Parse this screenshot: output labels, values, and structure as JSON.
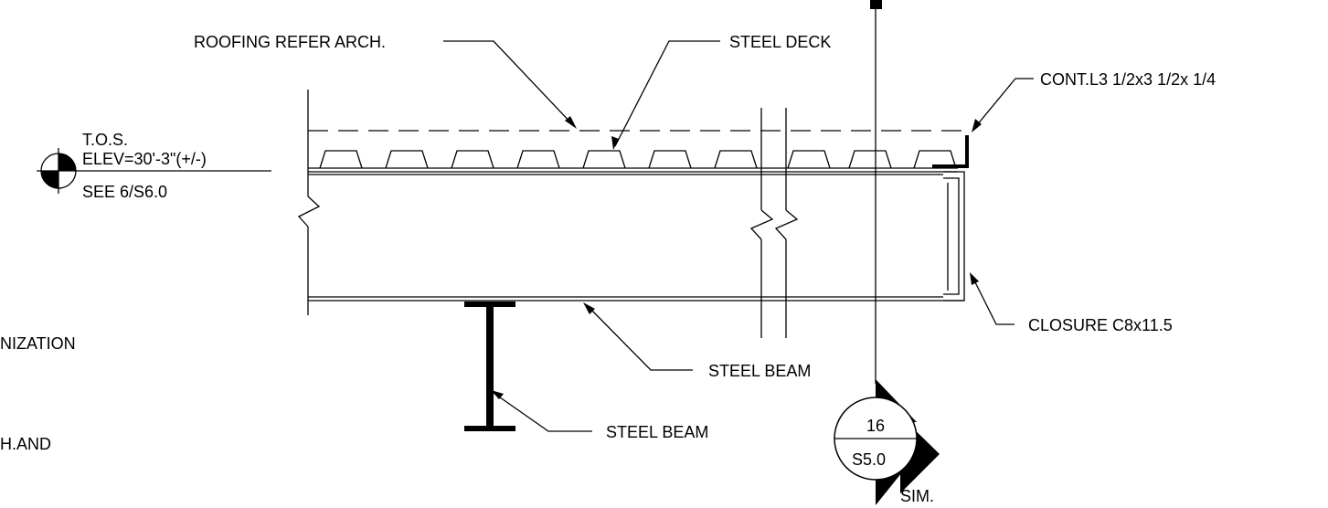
{
  "callouts": {
    "roofing": "ROOFING REFER ARCH.",
    "steel_deck": "STEEL DECK",
    "cont_angle": "CONT.L3 1/2x3 1/2x 1/4",
    "closure": "CLOSURE C8x11.5",
    "steel_beam_top": "STEEL BEAM",
    "steel_beam_bottom": "STEEL BEAM"
  },
  "elevation_marker": {
    "line1": "T.O.S.",
    "line2": "ELEV=30'-3\"(+/-)",
    "line3": "SEE 6/S6.0"
  },
  "section_marker": {
    "number": "16",
    "sheet": "S5.0",
    "note": "SIM."
  },
  "cut_off_notes": {
    "note1": "NIZATION",
    "note2": "H.AND"
  }
}
